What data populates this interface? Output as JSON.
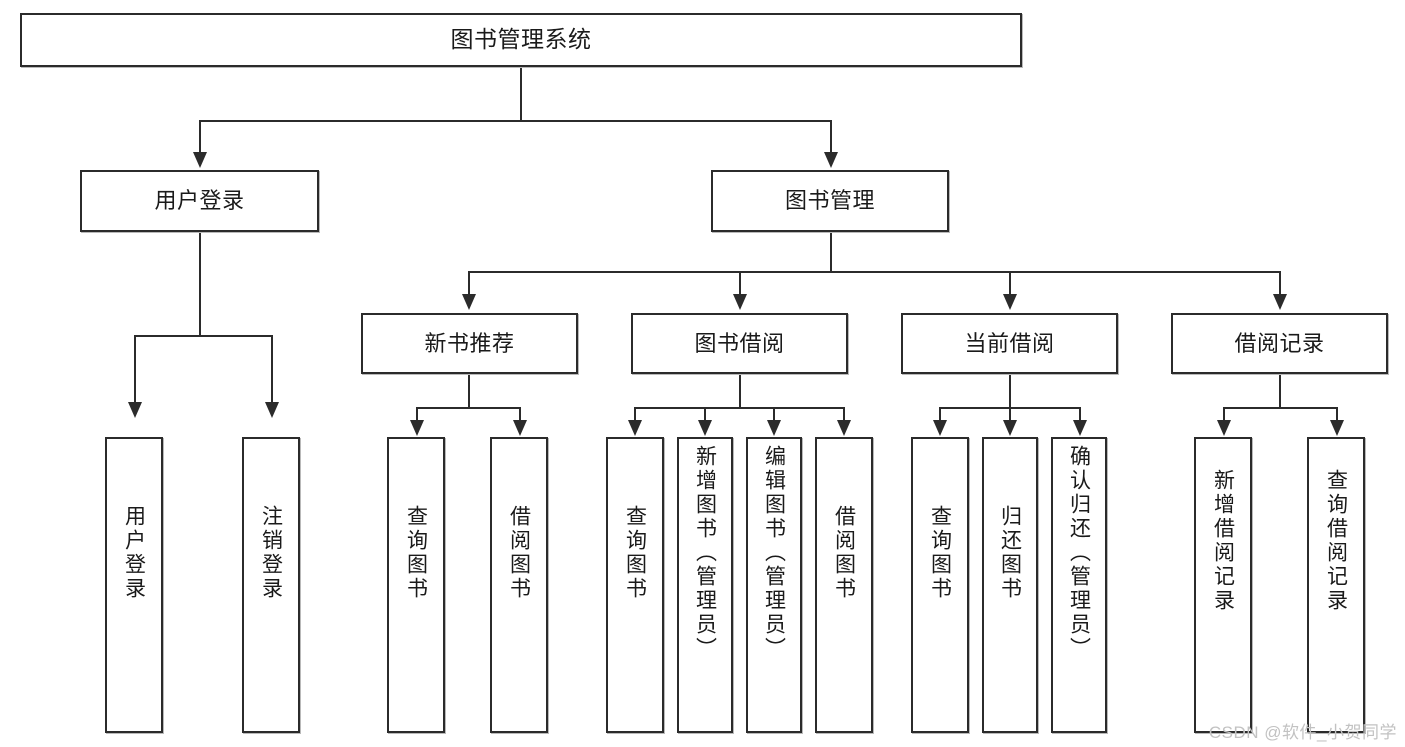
{
  "diagram": {
    "title": "图书管理系统",
    "type": "tree-hierarchy-chart",
    "watermark": "CSDN @软件_小贺同学",
    "nodes": {
      "root": {
        "label": "图书管理系统"
      },
      "level2": [
        {
          "id": "user-login",
          "label": "用户登录"
        },
        {
          "id": "book-manage",
          "label": "图书管理"
        }
      ],
      "level3": [
        {
          "id": "new-book-recommend",
          "label": "新书推荐"
        },
        {
          "id": "book-borrow",
          "label": "图书借阅"
        },
        {
          "id": "current-borrow",
          "label": "当前借阅"
        },
        {
          "id": "borrow-record",
          "label": "借阅记录"
        }
      ],
      "leaves": {
        "user_login": [
          {
            "id": "leaf-user-login",
            "label": "用户登录"
          },
          {
            "id": "leaf-logout-login",
            "label": "注销登录"
          }
        ],
        "new_book_recommend": [
          {
            "id": "leaf-query-book-1",
            "label": "查询图书"
          },
          {
            "id": "leaf-borrow-book-1",
            "label": "借阅图书"
          }
        ],
        "book_borrow": [
          {
            "id": "leaf-query-book-2",
            "label": "查询图书"
          },
          {
            "id": "leaf-add-book",
            "label": "新增图书（管理员）"
          },
          {
            "id": "leaf-edit-book",
            "label": "编辑图书（管理员）"
          },
          {
            "id": "leaf-borrow-book-2",
            "label": "借阅图书"
          }
        ],
        "current_borrow": [
          {
            "id": "leaf-query-book-3",
            "label": "查询图书"
          },
          {
            "id": "leaf-return-book",
            "label": "归还图书"
          },
          {
            "id": "leaf-confirm-return",
            "label": "确认归还（管理员）"
          }
        ],
        "borrow_record": [
          {
            "id": "leaf-add-record",
            "label": "新增借阅记录"
          },
          {
            "id": "leaf-query-record",
            "label": "查询借阅记录"
          }
        ]
      }
    },
    "colors": {
      "stroke": "#2b2b2b",
      "fill": "#ffffff",
      "text": "#1a1a1a",
      "watermark": "#c2c2c2"
    }
  }
}
